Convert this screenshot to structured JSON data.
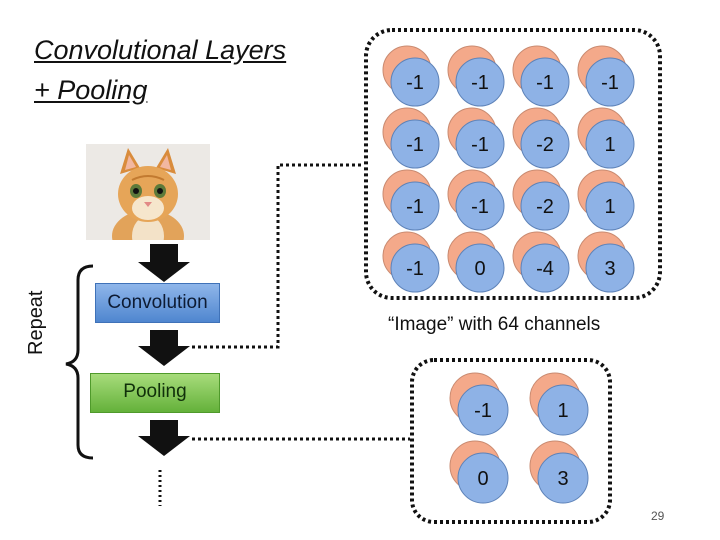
{
  "title": {
    "line1": "Convolutional Layers",
    "line2": "+ Pooling"
  },
  "labels": {
    "repeat": "Repeat",
    "convolution": "Convolution",
    "pooling": "Pooling"
  },
  "caption": "“Image” with 64 channels",
  "page_number": "29",
  "conv_matrix": [
    [
      "-1",
      "-1",
      "-1",
      "-1"
    ],
    [
      "-1",
      "-1",
      "-2",
      "1"
    ],
    [
      "-1",
      "-1",
      "-2",
      "1"
    ],
    [
      "-1",
      "0",
      "-4",
      "3"
    ]
  ],
  "pool_matrix": [
    [
      "-1",
      "1"
    ],
    [
      "0",
      "3"
    ]
  ],
  "colors": {
    "back_circle": "#f4a98a",
    "front_circle": "#8eb2e6",
    "conv_box": "#5b8fd6",
    "pool_box": "#77c04a"
  },
  "icons": [
    "cat-image",
    "down-arrow-icon"
  ]
}
